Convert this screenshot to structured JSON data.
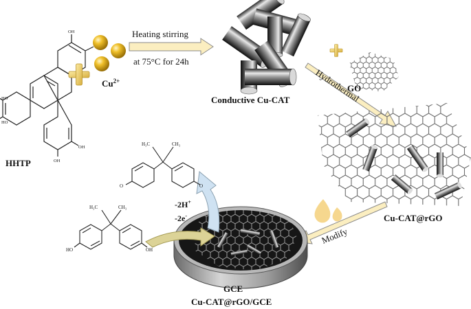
{
  "labels": {
    "hhtp": "HHTP",
    "cu": "Cu",
    "cu_charge": "2+",
    "heating_line1": "Heating stirring",
    "heating_line2": "at 75°C for 24h",
    "conductive": "Conductive Cu-CAT",
    "go": "GO",
    "hydrothermal": "Hydrothermal",
    "cucat_rgo": "Cu-CAT@rGO",
    "modify": "Modify",
    "minus_2h": "-2H",
    "plus_sup": "+",
    "minus_2e": "-2e",
    "minus_sup": "-",
    "gce": "GCE",
    "electrode": "Cu-CAT@rGO/GCE"
  },
  "molecule_labels": {
    "oh": "OH",
    "ho": "HO",
    "o": "O",
    "ch3": "CH₃",
    "h3c": "H₃C"
  },
  "colors": {
    "gold": "#d4a20e",
    "arrow_fill": "#fbeec0",
    "arrow_stroke": "#8a8a8a",
    "curve_fill": "#dcd397",
    "up_arrow_fill": "#cfe2f2",
    "droplet": "#f4d07a",
    "graphene": "#666666",
    "electrode_top": "#161616"
  }
}
